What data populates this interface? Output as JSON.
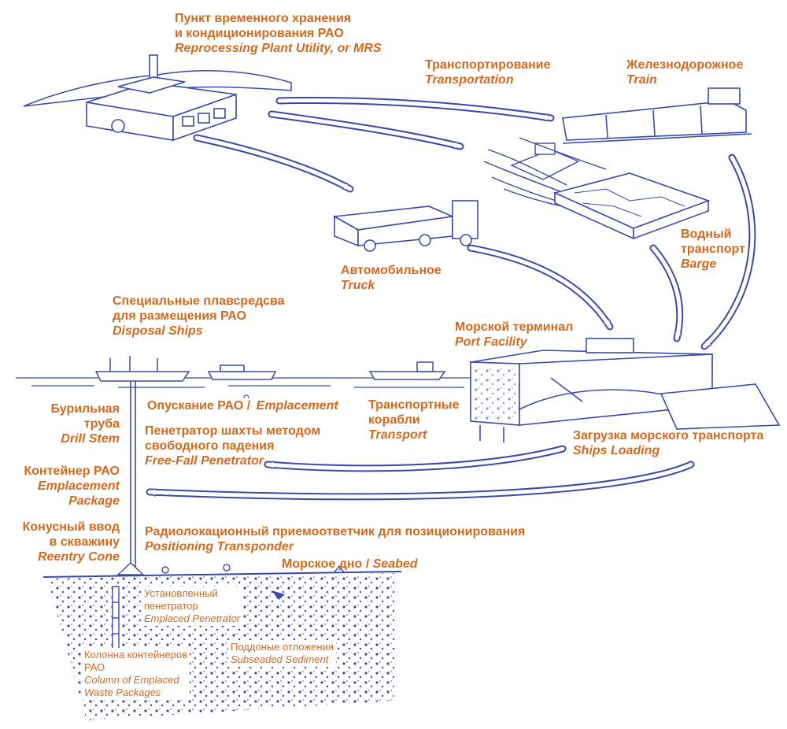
{
  "colors": {
    "label": "#d2691e",
    "ink": "#3b4aa8",
    "sediment": "#3b4aa8",
    "background": "#ffffff"
  },
  "labels": {
    "storage": {
      "ru": [
        "Пункт временного хранения",
        "и кондиционирования РАО"
      ],
      "en": "Reprocessing Plant Utility, or MRS"
    },
    "transport": {
      "ru": "Транспортирование",
      "en": "Transportation"
    },
    "train": {
      "ru": "Железнодорожное",
      "en": "Train"
    },
    "truck": {
      "ru": "Автомобильное",
      "en": "Truck"
    },
    "barge": {
      "ru": [
        "Водный",
        "транспорт"
      ],
      "en": "Barge"
    },
    "disposal_ships": {
      "ru": [
        "Специальные плавсредсва",
        "для размещения РАО"
      ],
      "en": "Disposal Ships"
    },
    "port": {
      "ru": "Морской терминал",
      "en": "Port Facility"
    },
    "drill_stem": {
      "ru": [
        "Бурильная",
        "труба"
      ],
      "en": "Drill Stem"
    },
    "emplacement": {
      "ru": "Опускание РАО / ",
      "en": "Emplacement"
    },
    "penetrator": {
      "ru": [
        "Пенетратор шахты методом",
        "свободного падения"
      ],
      "en": "Free-Fall Penetrator"
    },
    "transport_ships": {
      "ru": [
        "Транспортные",
        "корабли"
      ],
      "en": "Transport"
    },
    "ships_loading": {
      "ru": "Загрузка морского транспорта",
      "en": "Ships Loading"
    },
    "package": {
      "ru": "Контейнер РАО",
      "en": [
        "Emplacement",
        "Package"
      ]
    },
    "reentry": {
      "ru": [
        "Конусный ввод",
        "в скважину"
      ],
      "en": "Reentry Cone"
    },
    "transponder": {
      "ru": "Радиолокационный приемоответчик для позиционирования",
      "en": "Positioning Transponder"
    },
    "seabed": {
      "ru": "Морское дно / ",
      "en": "Seabed"
    },
    "emplaced_penetrator": {
      "ru": [
        "Установленный",
        "пенетратор"
      ],
      "en": "Emplaced Penetrator"
    },
    "sediment": {
      "ru": "Поддоные отложения",
      "en": "Subseaded Sediment"
    },
    "column": {
      "ru": [
        "Колонна контейнеров",
        "РАО"
      ],
      "en": [
        "Column of Emplaced",
        "Waste Packages"
      ]
    }
  }
}
